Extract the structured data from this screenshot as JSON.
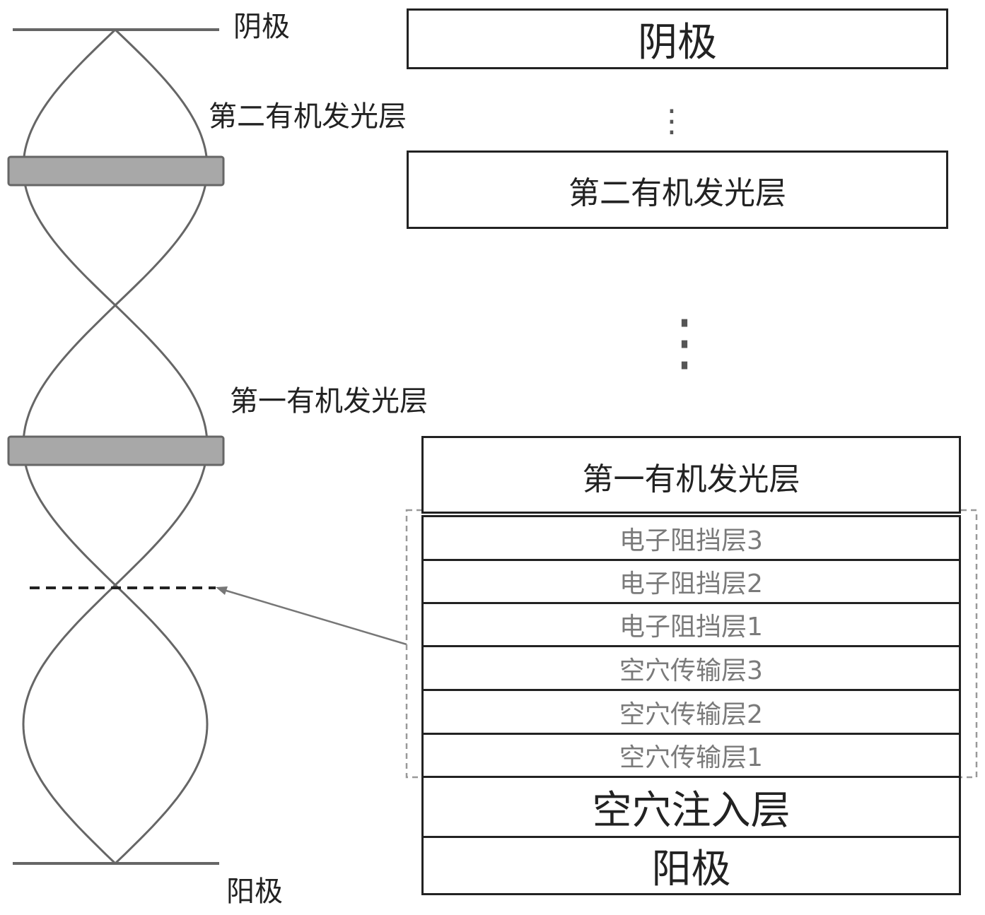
{
  "left": {
    "cathode": "阴极",
    "second_eml": "第二有机发光层",
    "first_eml": "第一有机发光层",
    "anode": "阳极"
  },
  "right": {
    "cathode": "阴极",
    "second_eml": "第二有机发光层",
    "first_eml": "第一有机发光层",
    "layers": [
      "电子阻挡层3",
      "电子阻挡层2",
      "电子阻挡层1",
      "空穴传输层3",
      "空穴传输层2",
      "空穴传输层1"
    ],
    "hil": "空穴注入层",
    "anode": "阳极",
    "ellipsis": [
      "⋮",
      "⋮"
    ]
  }
}
